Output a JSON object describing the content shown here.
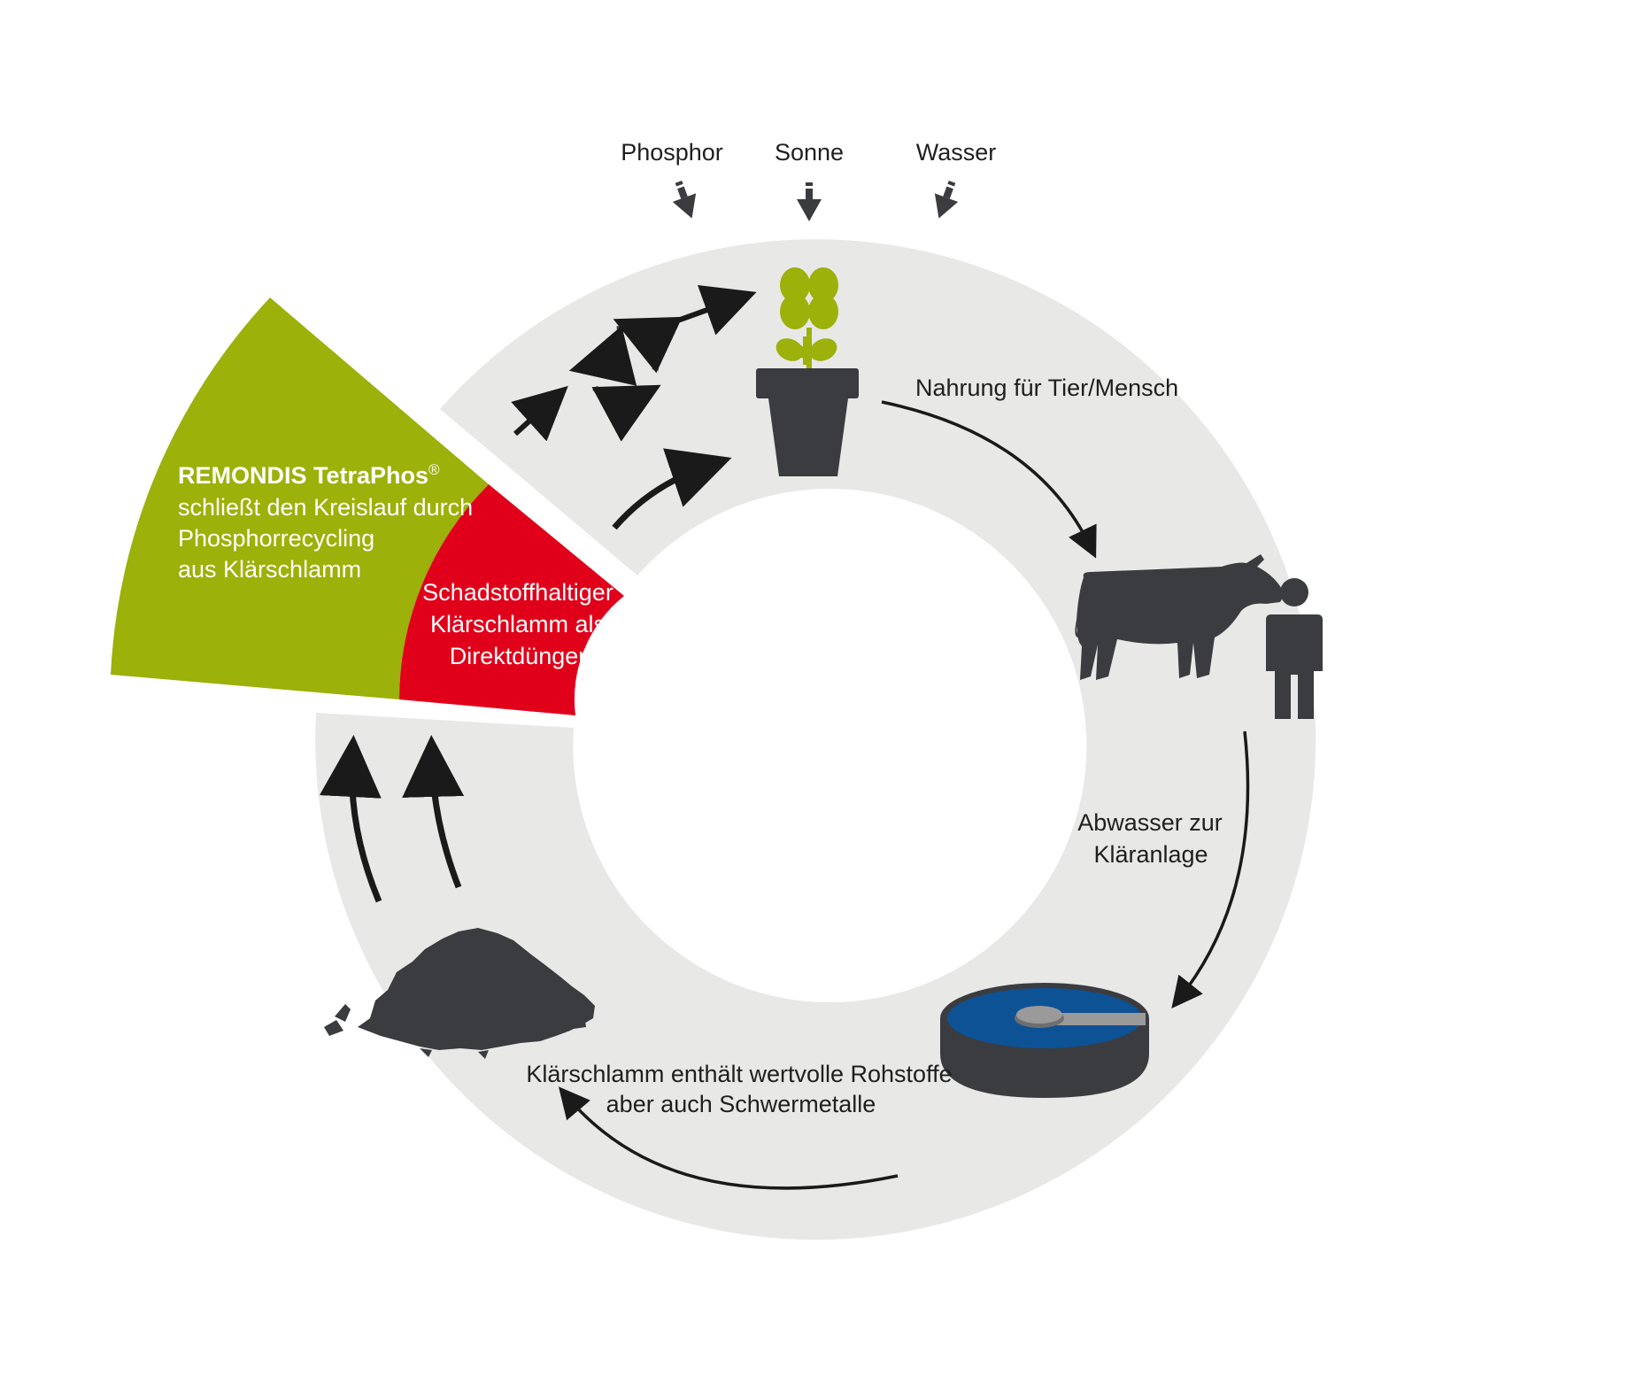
{
  "inputs": {
    "phosphor": "Phosphor",
    "sonne": "Sonne",
    "wasser": "Wasser"
  },
  "labels": {
    "nahrung": "Nahrung für Tier/Mensch",
    "abwasser_line1": "Abwasser zur",
    "abwasser_line2": "Kläranlage",
    "klaerschlamm_line1": "Klärschlamm enthält wertvolle Rohstoffe",
    "klaerschlamm_line2": "aber auch Schwermetalle"
  },
  "green_segment": {
    "brand": "REMONDIS TetraPhos",
    "registered": "®",
    "line2": "schließt den Kreislauf durch",
    "line3": "Phosphorrecycling",
    "line4": "aus Klärschlamm"
  },
  "red_segment": {
    "line1": "Schadstoffhaltiger",
    "line2": "Klärschlamm als",
    "line3": "Direktdünger"
  },
  "colors": {
    "ring": "#e8e8e7",
    "green": "#9cb109",
    "red": "#e1001a",
    "icon_dark": "#3b3c40",
    "plant_green": "#9cb109",
    "clarifier_blue": "#0d5294",
    "clarifier_grey": "#9a9a9a",
    "arrow": "#1a1a1a"
  },
  "icons": [
    "plant-pot-icon",
    "cow-icon",
    "person-icon",
    "clarifier-tank-icon",
    "sludge-pile-icon",
    "recycle-icon"
  ]
}
